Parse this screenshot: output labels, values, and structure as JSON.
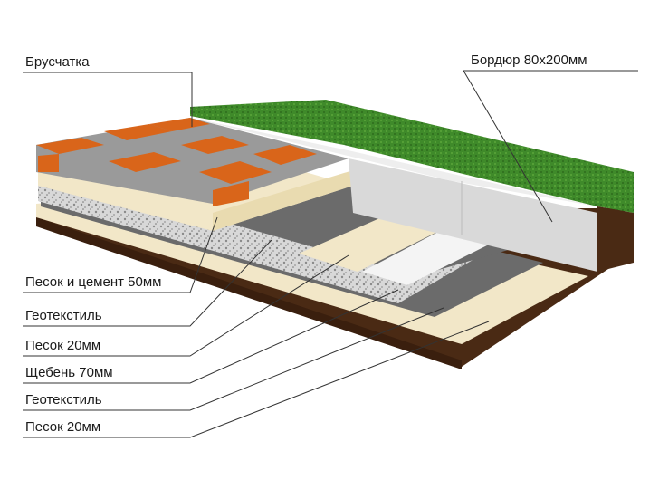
{
  "labels": {
    "paving": "Брусчатка",
    "curb": "Бордюр 80х200мм",
    "sand_cement": "Песок и цемент 50мм",
    "geotextile_top": "Геотекстиль",
    "sand_top": "Песок 20мм",
    "gravel": "Щебень 70мм",
    "geotextile_bottom": "Геотекстиль",
    "sand_bottom": "Песок 20мм"
  },
  "colors": {
    "grass": "#3f8a2a",
    "brick": "#d9651a",
    "sand": "#f2e7c8",
    "gravel": "#d5d5d5",
    "geotextile": "#6b6b6b",
    "soil": "#4a2a14",
    "curb": "#d9d9d9"
  }
}
